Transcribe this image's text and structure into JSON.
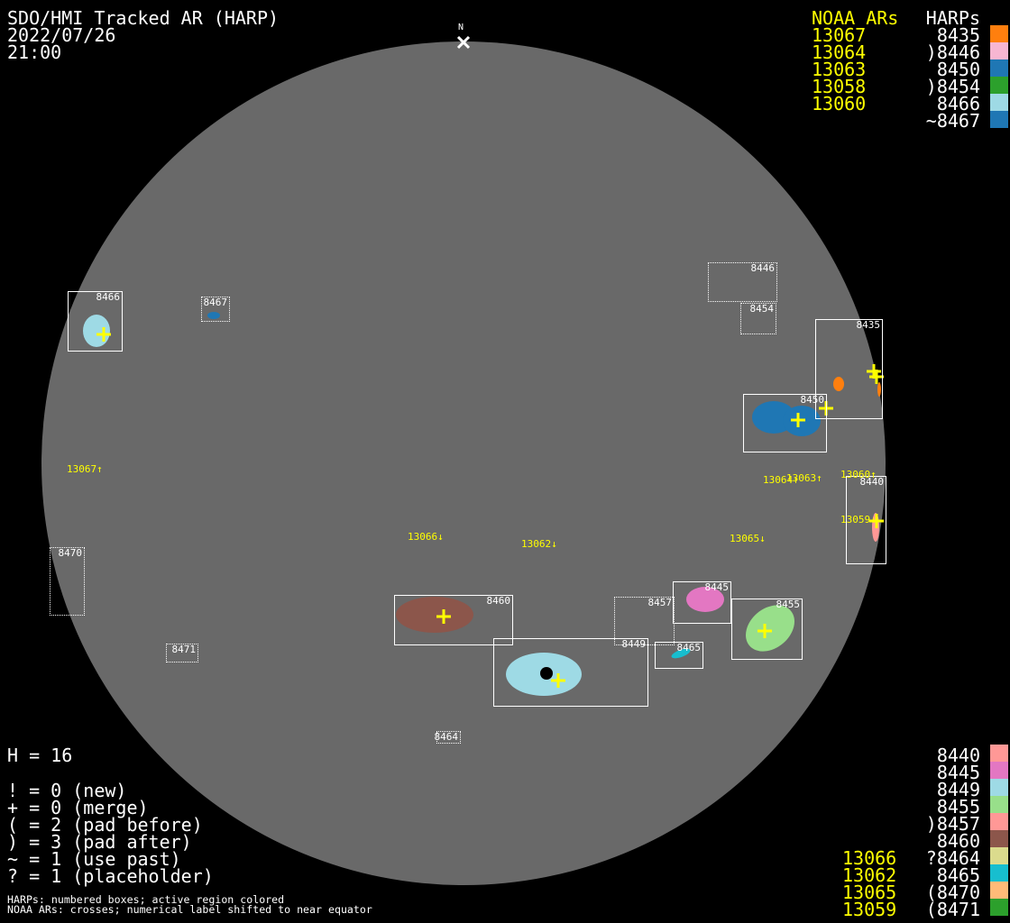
{
  "header": {
    "title": "SDO/HMI Tracked AR (HARP)",
    "date": "2022/07/26",
    "time": "21:00"
  },
  "north_label": "N",
  "legend_top": {
    "noaa_header": "NOAA ARs",
    "harps_header": "HARPs",
    "noaa": [
      "13067",
      "13064",
      "13063",
      "13058",
      "13060"
    ],
    "harps": [
      {
        "label": "8435",
        "color": "#ff7f0e"
      },
      {
        "label": ")8446",
        "color": "#f7b6d2"
      },
      {
        "label": "8450",
        "color": "#1f77b4"
      },
      {
        "label": ")8454",
        "color": "#2ca02c"
      },
      {
        "label": "8466",
        "color": "#9edae5"
      },
      {
        "label": "~8467",
        "color": "#1f77b4"
      }
    ]
  },
  "legend_bottom": {
    "noaa": [
      "13066",
      "13062",
      "13065",
      "13059"
    ],
    "harps": [
      {
        "label": "8440",
        "color": "#ff9896"
      },
      {
        "label": "8445",
        "color": "#e377c2"
      },
      {
        "label": "8449",
        "color": "#9edae5"
      },
      {
        "label": "8455",
        "color": "#98df8a"
      },
      {
        "label": ")8457",
        "color": "#ff9896"
      },
      {
        "label": "8460",
        "color": "#8c564b"
      },
      {
        "label": "?8464",
        "color": "#dbdb8d"
      },
      {
        "label": "8465",
        "color": "#17becf"
      },
      {
        "label": "(8470",
        "color": "#ffbb78"
      },
      {
        "label": "(8471",
        "color": "#2ca02c"
      }
    ]
  },
  "stats": {
    "h": "H = 16",
    "lines": [
      "! = 0 (new)",
      "+ = 0 (merge)",
      "( = 2 (pad before)",
      ") = 3 (pad after)",
      "~ = 1 (use past)",
      "? = 1 (placeholder)"
    ]
  },
  "footnotes": [
    "HARPs: numbered boxes; active region colored",
    "NOAA ARs: crosses; numerical label shifted to near equator"
  ],
  "disk": {
    "harp_boxes": [
      "8466",
      "8467",
      "8446",
      "8454",
      "8435",
      "8450",
      "8440",
      "8470",
      "8471",
      "8460",
      "8449",
      "8457",
      "8445",
      "8455",
      "8465",
      "8464"
    ],
    "noaa_labels": [
      "13067↑",
      "13063↑",
      "13064↑",
      "13060↑",
      "13059↓",
      "13066↓",
      "13062↓",
      "13065↓"
    ]
  },
  "colors": {
    "disk": "#696969",
    "noaa": "#ffff00"
  }
}
